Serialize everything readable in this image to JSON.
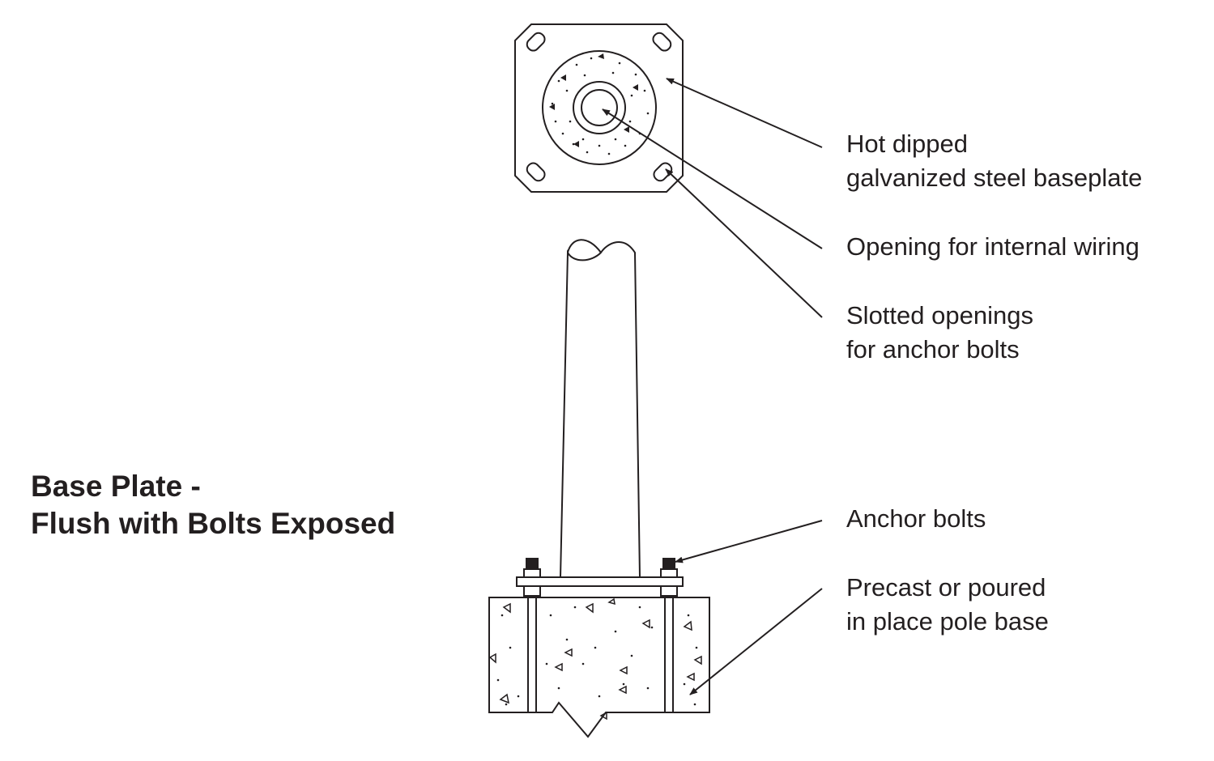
{
  "title": {
    "line1": "Base Plate -",
    "line2": "Flush with Bolts Exposed"
  },
  "callouts": {
    "baseplate": {
      "line1": "Hot dipped",
      "line2": "galvanized steel baseplate"
    },
    "wiring": {
      "line1": "Opening for internal wiring"
    },
    "slots": {
      "line1": "Slotted openings",
      "line2": "for anchor bolts"
    },
    "anchor": {
      "line1": "Anchor bolts"
    },
    "base": {
      "line1": "Precast or poured",
      "line2": "in place pole base"
    }
  },
  "colors": {
    "ink": "#231f20",
    "background": "#ffffff"
  }
}
